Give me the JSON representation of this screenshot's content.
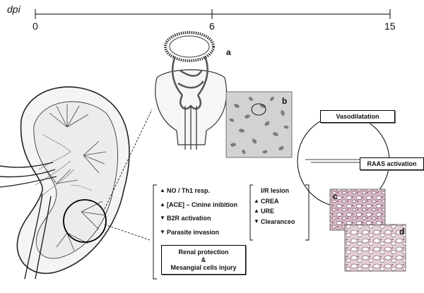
{
  "timeline": {
    "label": "dpi",
    "ticks": [
      "0",
      "6",
      "15"
    ]
  },
  "panels": {
    "a": "a",
    "b": "b",
    "c": "c",
    "d": "d"
  },
  "mechanisms": [
    {
      "arrow": "up",
      "text": "NO / Th1 resp."
    },
    {
      "arrow": "up",
      "text": "[ACE] – Cinine inibition"
    },
    {
      "arrow": "down",
      "text": "B2R activation"
    },
    {
      "arrow": "down",
      "text": "Parasite invasion"
    }
  ],
  "renal_box": {
    "line1": "Renal protection",
    "line2": "&",
    "line3": "Mesangial cells injury"
  },
  "ir_lesion": {
    "title": "I/R lesion",
    "items": [
      {
        "arrow": "up",
        "text": "CREA"
      },
      {
        "arrow": "up",
        "text": "URE"
      },
      {
        "arrow": "down",
        "text": "Clearanceo"
      }
    ]
  },
  "cycle": {
    "top": "Vasodilatation",
    "right": "RAAS activation"
  },
  "colors": {
    "ink": "#111111",
    "tissue_pink": "#b98aa0",
    "cell_gray": "#8a8a8a"
  }
}
